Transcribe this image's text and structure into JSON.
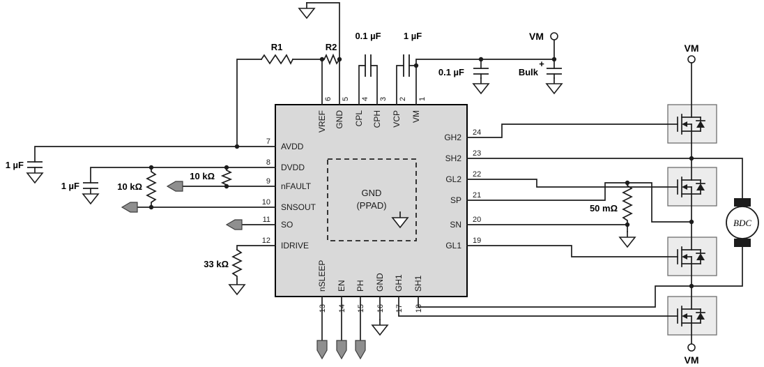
{
  "ic": {
    "top_pins": [
      {
        "num": "6",
        "name": "VREF"
      },
      {
        "num": "5",
        "name": "GND"
      },
      {
        "num": "4",
        "name": "CPL"
      },
      {
        "num": "3",
        "name": "CPH"
      },
      {
        "num": "2",
        "name": "VCP"
      },
      {
        "num": "1",
        "name": "VM"
      }
    ],
    "left_pins": [
      {
        "num": "7",
        "name": "AVDD"
      },
      {
        "num": "8",
        "name": "DVDD"
      },
      {
        "num": "9",
        "name": "nFAULT"
      },
      {
        "num": "10",
        "name": "SNSOUT"
      },
      {
        "num": "11",
        "name": "SO"
      },
      {
        "num": "12",
        "name": "IDRIVE"
      }
    ],
    "right_pins": [
      {
        "num": "24",
        "name": "GH2"
      },
      {
        "num": "23",
        "name": "SH2"
      },
      {
        "num": "22",
        "name": "GL2"
      },
      {
        "num": "21",
        "name": "SP"
      },
      {
        "num": "20",
        "name": "SN"
      },
      {
        "num": "19",
        "name": "GL1"
      }
    ],
    "bottom_pins": [
      {
        "num": "13",
        "name": "nSLEEP"
      },
      {
        "num": "14",
        "name": "EN"
      },
      {
        "num": "15",
        "name": "PH"
      },
      {
        "num": "16",
        "name": "GND"
      },
      {
        "num": "17",
        "name": "GH1"
      },
      {
        "num": "18",
        "name": "SH1"
      }
    ],
    "ppad": {
      "line1": "GND",
      "line2": "(PPAD)"
    }
  },
  "components": {
    "r1": "R1",
    "r2": "R2",
    "cap_cpl_cph": "0.1 µF",
    "cap_vcp_vm": "1 µF",
    "cap_vm": "0.1 µF",
    "bulk_cap": "Bulk",
    "bulk_plus": "+",
    "vm_supply": "VM",
    "vm_bridge_top": "VM",
    "vm_bridge_bottom": "VM",
    "cap_avdd": "1 µF",
    "cap_dvdd": "1 µF",
    "res_nfault": "10 kΩ",
    "res_snsout": "10 kΩ",
    "res_idrive": "33 kΩ",
    "res_sense": "50 mΩ",
    "motor": "BDC"
  },
  "colors": {
    "ic_fill": "#d9d9d9",
    "fet_fill": "#ececec",
    "connector_fill": "#8f8f8f",
    "wire": "#1c1c1c"
  }
}
